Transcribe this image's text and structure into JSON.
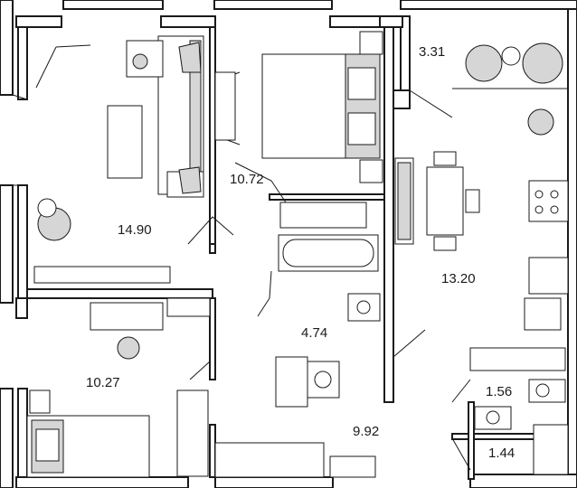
{
  "colors": {
    "wall": "#1a1a1a",
    "fill_grey": "#d6d6d6",
    "background": "#ffffff"
  },
  "rooms": [
    {
      "id": "living",
      "area": "14.90"
    },
    {
      "id": "bedroom-1",
      "area": "10.72"
    },
    {
      "id": "balcony",
      "area": "3.31"
    },
    {
      "id": "kitchen",
      "area": "13.20"
    },
    {
      "id": "bathroom",
      "area": "4.74"
    },
    {
      "id": "bedroom-2",
      "area": "10.27"
    },
    {
      "id": "hallway",
      "area": "9.92"
    },
    {
      "id": "toilet",
      "area": "1.56"
    },
    {
      "id": "storage",
      "area": "1.44"
    }
  ]
}
